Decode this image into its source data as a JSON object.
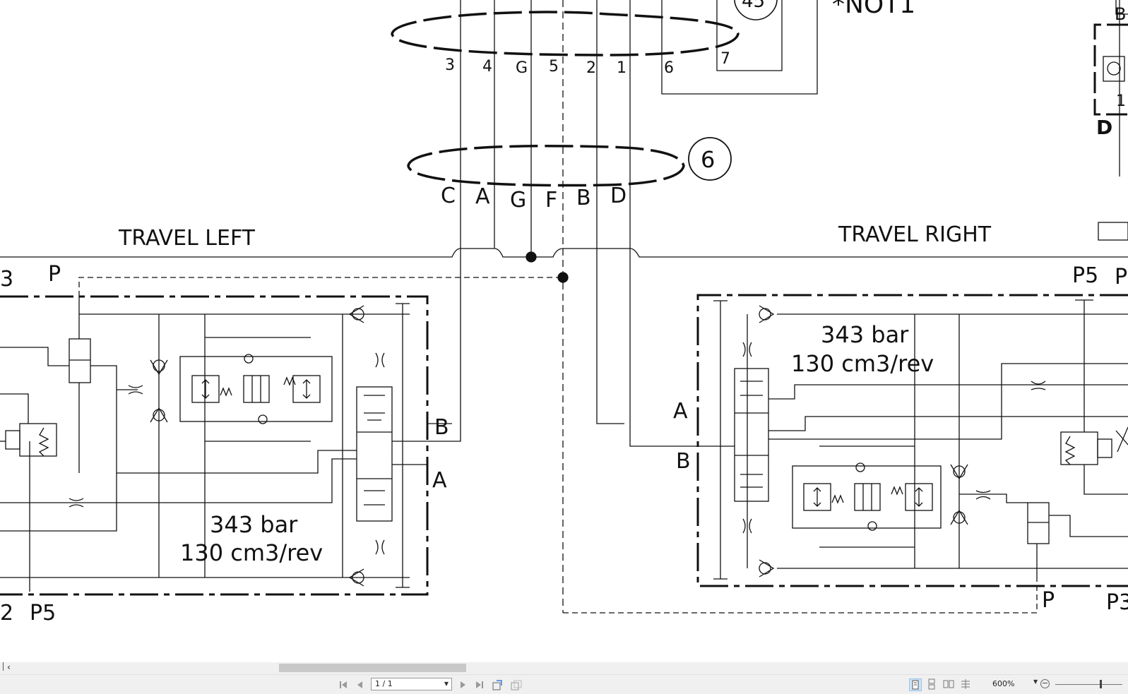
{
  "diagram": {
    "note_partial": "*NOT1",
    "callout_top_partial": "45",
    "callout_bundle": "6",
    "top_bundle_pins": [
      "3",
      "4",
      "G",
      "5",
      "2",
      "1",
      "6",
      "7"
    ],
    "mid_bundle_pins": [
      "C",
      "A",
      "G",
      "F",
      "B",
      "D"
    ],
    "left_section": {
      "title": "TRAVEL LEFT",
      "port_p": "P",
      "edge_label_partial": "3",
      "pressure": "343 bar",
      "displacement": "130 cm3/rev",
      "port_b": "B",
      "port_a": "A",
      "bottom_left_partial": "2",
      "bottom_p5": "P5"
    },
    "right_section": {
      "title": "TRAVEL RIGHT",
      "port_p5": "P5",
      "port_p_partial": "P",
      "pressure": "343 bar",
      "displacement": "130 cm3/rev",
      "port_a": "A",
      "port_b": "B",
      "bottom_p": "P",
      "bottom_p3_partial": "P3"
    },
    "right_edge": {
      "label_b_partial": "B",
      "label_d": "D",
      "label_1_partial": "1"
    }
  },
  "viewer": {
    "page_indicator": "1 / 1",
    "zoom": "600%",
    "scroll_left_glyph": "‹",
    "zoom_minus_glyph": "−"
  }
}
